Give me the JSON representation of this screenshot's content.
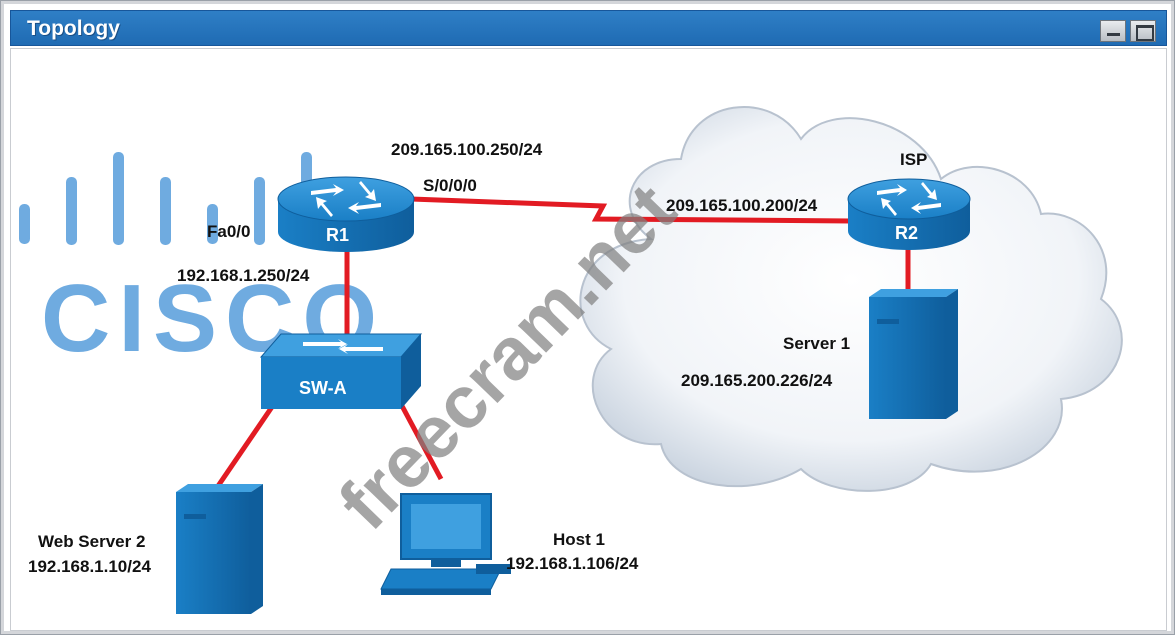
{
  "window": {
    "title": "Topology"
  },
  "watermarks": {
    "logo": "CISCO",
    "site": "freecram.net"
  },
  "devices": {
    "r1": {
      "name": "R1"
    },
    "r2": {
      "name": "R2",
      "role": "ISP"
    },
    "swa": {
      "name": "SW-A"
    },
    "server1": {
      "name": "Server 1",
      "ip": "209.165.200.226/24"
    },
    "webserver2": {
      "name": "Web Server 2",
      "ip": "192.168.1.10/24"
    },
    "host1": {
      "name": "Host 1",
      "ip": "192.168.1.106/24"
    }
  },
  "interfaces": {
    "r1_serial_ip": "209.165.100.250/24",
    "r1_serial_name": "S/0/0/0",
    "r1_fa_name": "Fa0/0",
    "r1_fa_ip": "192.168.1.250/24",
    "r2_serial_ip": "209.165.100.200/24"
  },
  "colors": {
    "link": "#e21b23",
    "device": "#1a7fc6",
    "device_dark": "#0f5e9c",
    "cloud": "#e8edf4",
    "cisco_watermark": "#3f8fd6",
    "site_watermark": "#808080"
  }
}
